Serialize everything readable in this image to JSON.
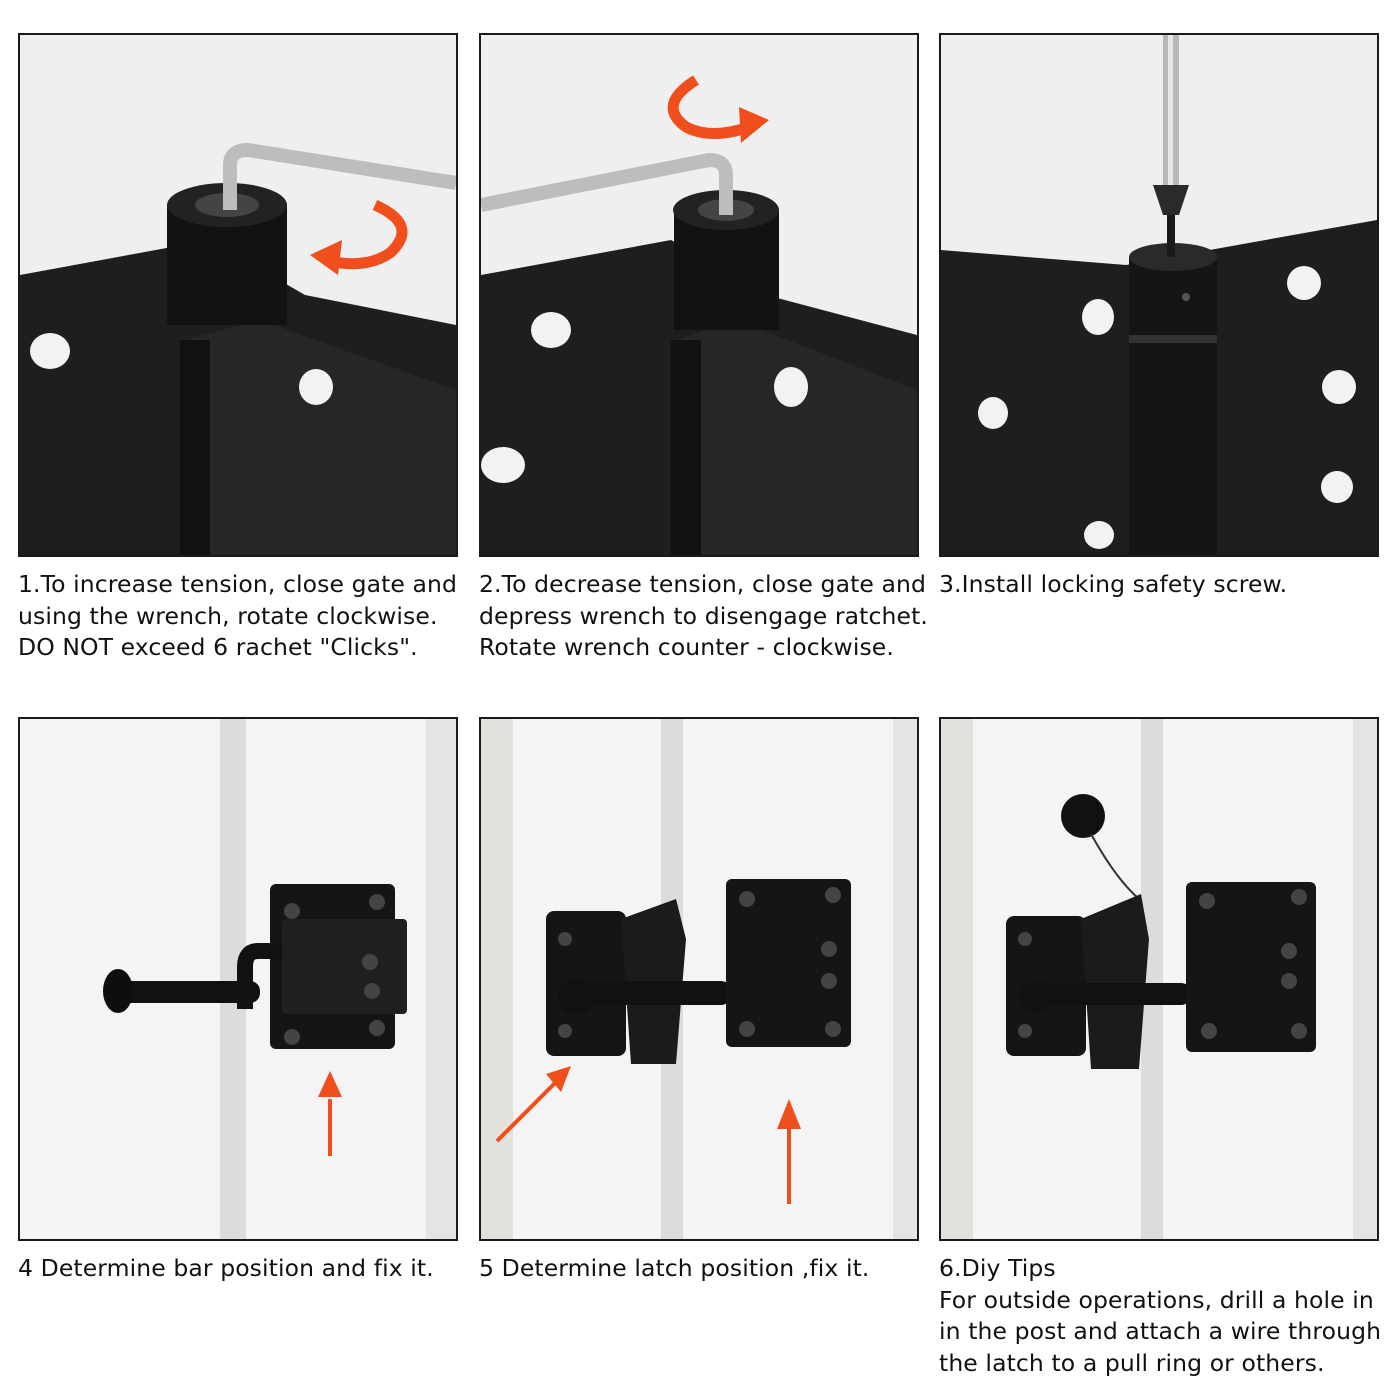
{
  "steps": [
    {
      "lines": [
        "1.To increase tension, close gate and",
        "using the wrench, rotate clockwise.",
        "DO NOT exceed 6 rachet \"Clicks\"."
      ]
    },
    {
      "lines": [
        "2.To decrease tension, close gate and",
        "depress wrench to disengage ratchet.",
        "Rotate wrench counter - clockwise."
      ]
    },
    {
      "lines": [
        "3.Install locking safety screw."
      ]
    },
    {
      "lines": [
        "4 Determine bar position and fix it."
      ]
    },
    {
      "lines": [
        "5 Determine latch position ,fix it."
      ]
    },
    {
      "lines": [
        "6.Diy Tips",
        "For outside operations, drill a hole in",
        "in the post and attach a wire through",
        "the latch to a pull ring or others."
      ]
    }
  ],
  "colors": {
    "arrow": "#f04e1c",
    "hardware": "#141414",
    "frame": "#1a1a1a"
  }
}
